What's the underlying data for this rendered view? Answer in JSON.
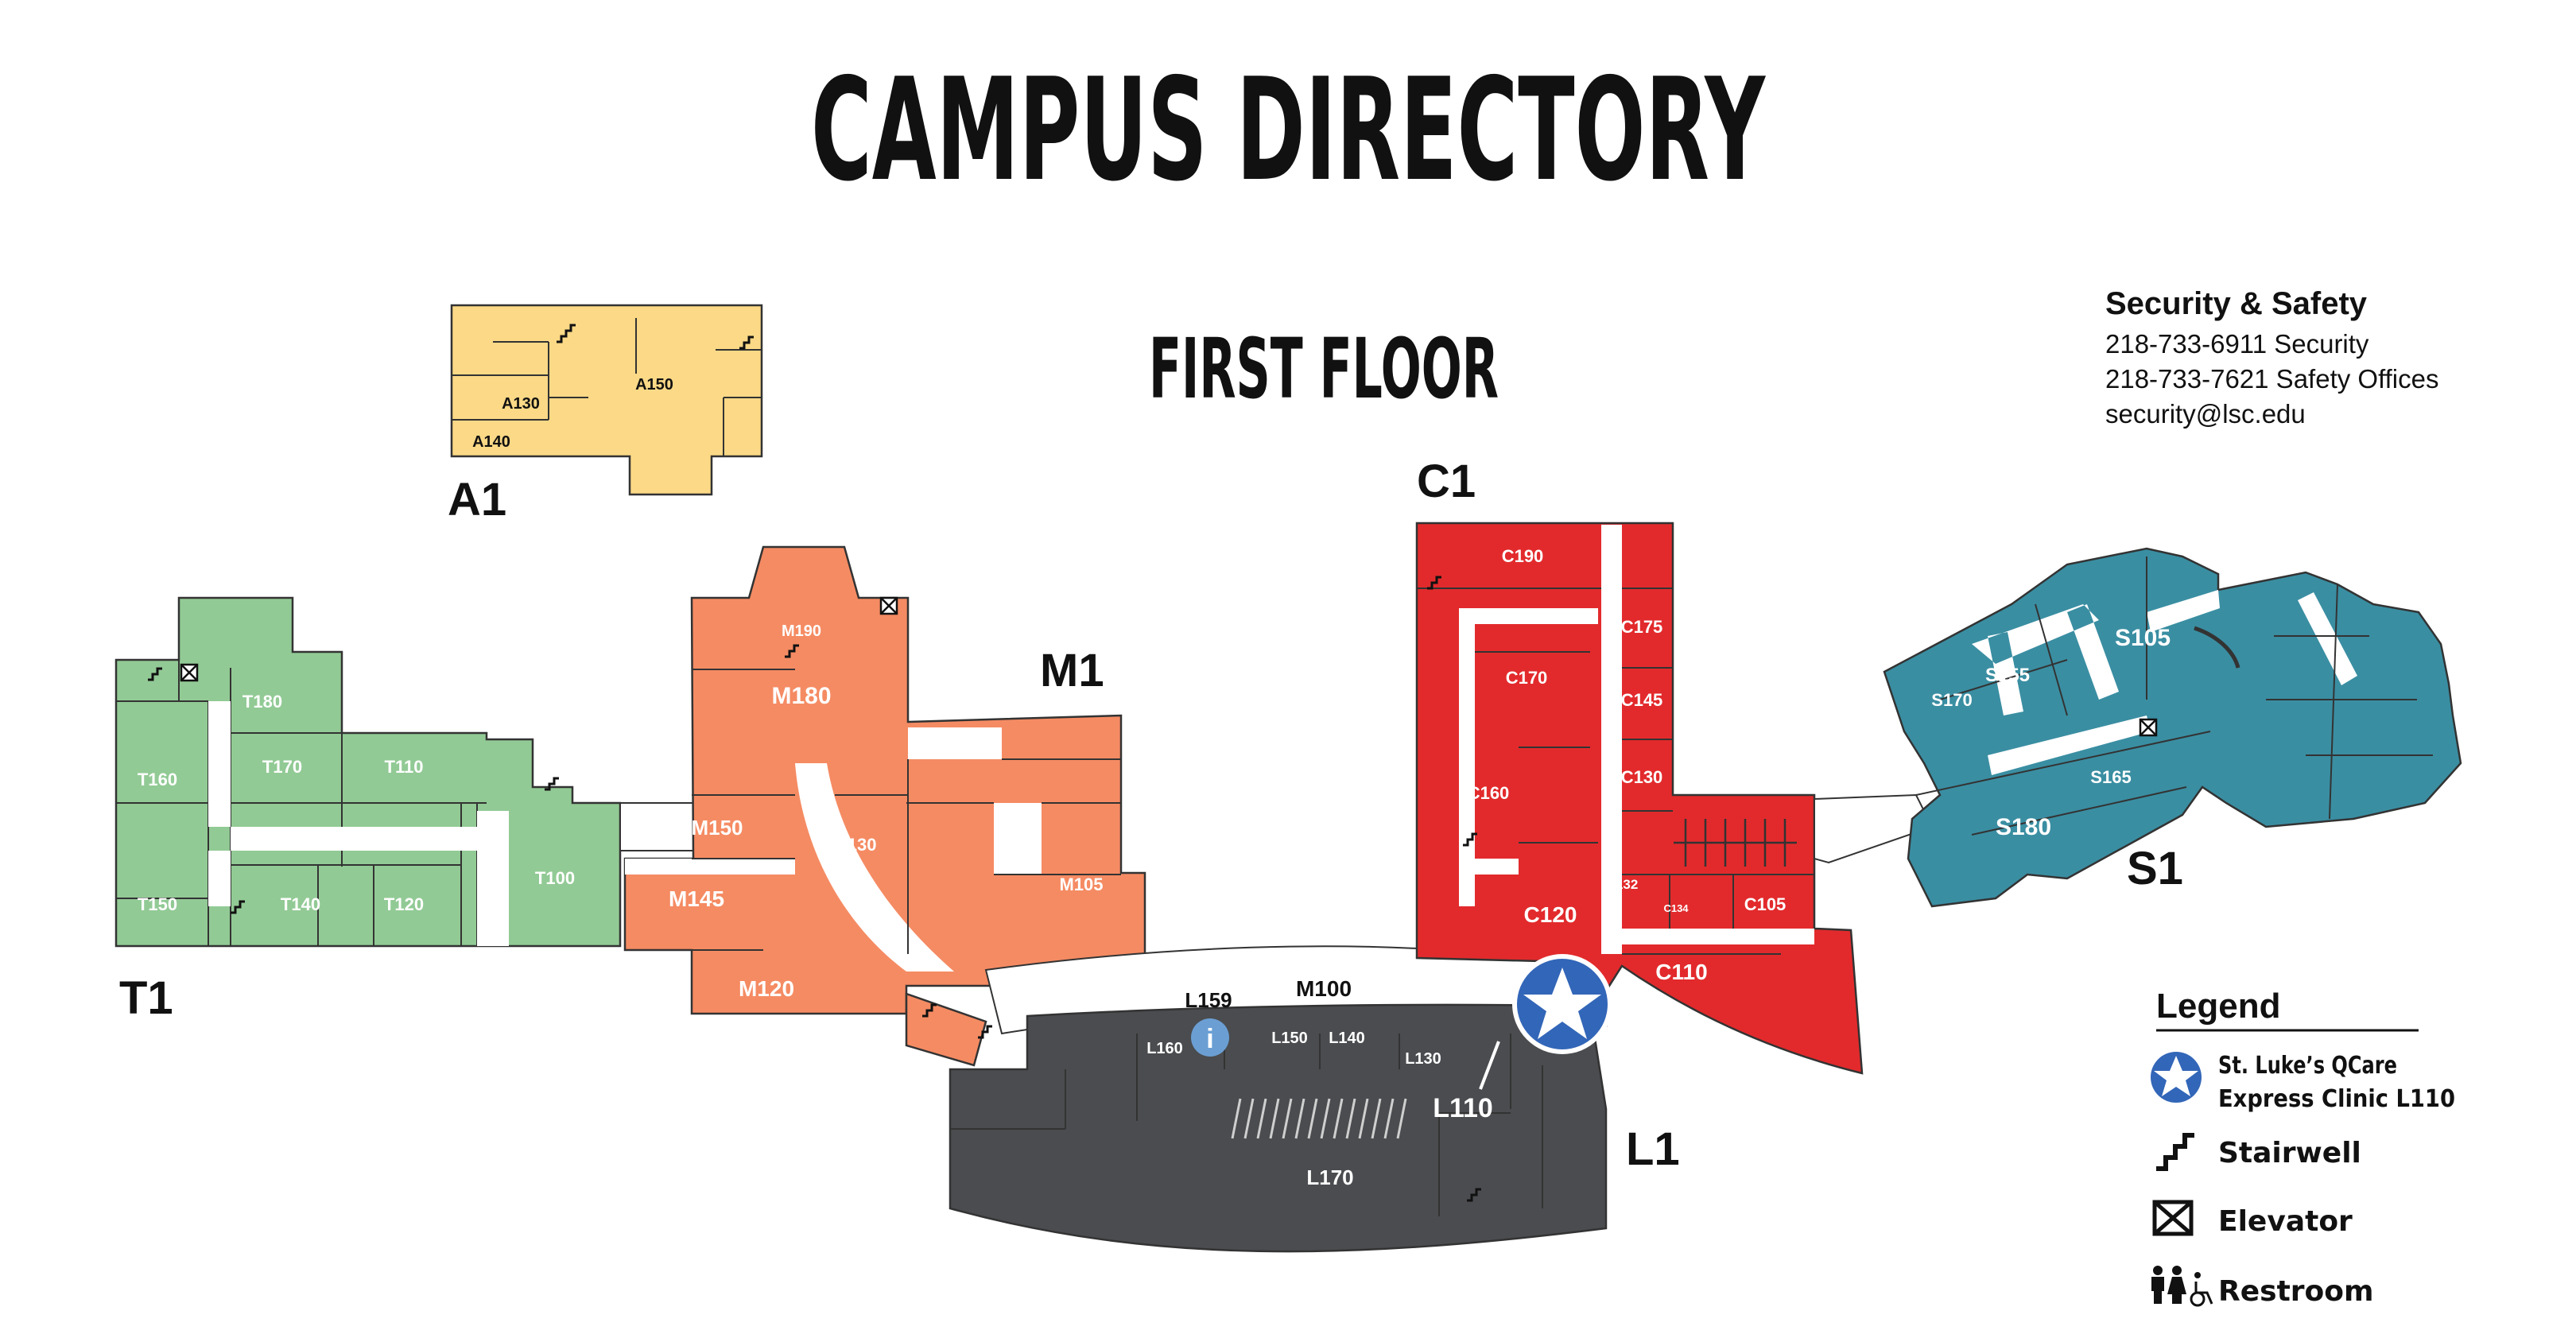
{
  "title": "CAMPUS DIRECTORY",
  "floor": "FIRST FLOOR",
  "contact": {
    "heading": "Security & Safety",
    "lines": [
      "218-733-6911 Security",
      "218-733-7621 Safety Offices",
      "security@lsc.edu"
    ]
  },
  "colors": {
    "A": "#fbd986",
    "T": "#92ca95",
    "M": "#f58b63",
    "C": "#e22a2c",
    "S": "#3a8ea2",
    "L": "#4a4c4f",
    "clinic_star": "#3266b8",
    "info": "#6b9fd4"
  },
  "buildings": {
    "A1": {
      "label": "A1",
      "rooms": [
        "A150",
        "A130",
        "A140"
      ]
    },
    "T1": {
      "label": "T1",
      "rooms": [
        "T180",
        "T160",
        "T170",
        "T110",
        "T100",
        "T150",
        "T140",
        "T120"
      ]
    },
    "M1": {
      "label": "M1",
      "rooms": [
        "M190",
        "M180",
        "M150",
        "M130",
        "M145",
        "M105",
        "M120"
      ]
    },
    "C1": {
      "label": "C1",
      "rooms": [
        "C190",
        "C175",
        "C170",
        "C145",
        "C130",
        "C160",
        "C132",
        "C134",
        "C120",
        "C105",
        "C110"
      ]
    },
    "S1": {
      "label": "S1",
      "rooms": [
        "S105",
        "S155",
        "S170",
        "S165",
        "S180"
      ]
    },
    "L1": {
      "label": "L1",
      "rooms": [
        "L159",
        "M100",
        "L160",
        "L150",
        "L140",
        "L130",
        "L110",
        "L170"
      ]
    }
  },
  "legend": {
    "title": "Legend",
    "items": [
      {
        "icon": "star-icon",
        "label": "St. Luke’s QCare",
        "label2": "Express Clinic L110"
      },
      {
        "icon": "stairwell-icon",
        "label": "Stairwell"
      },
      {
        "icon": "elevator-icon",
        "label": "Elevator"
      },
      {
        "icon": "restroom-icon",
        "label": "Restroom"
      }
    ]
  }
}
